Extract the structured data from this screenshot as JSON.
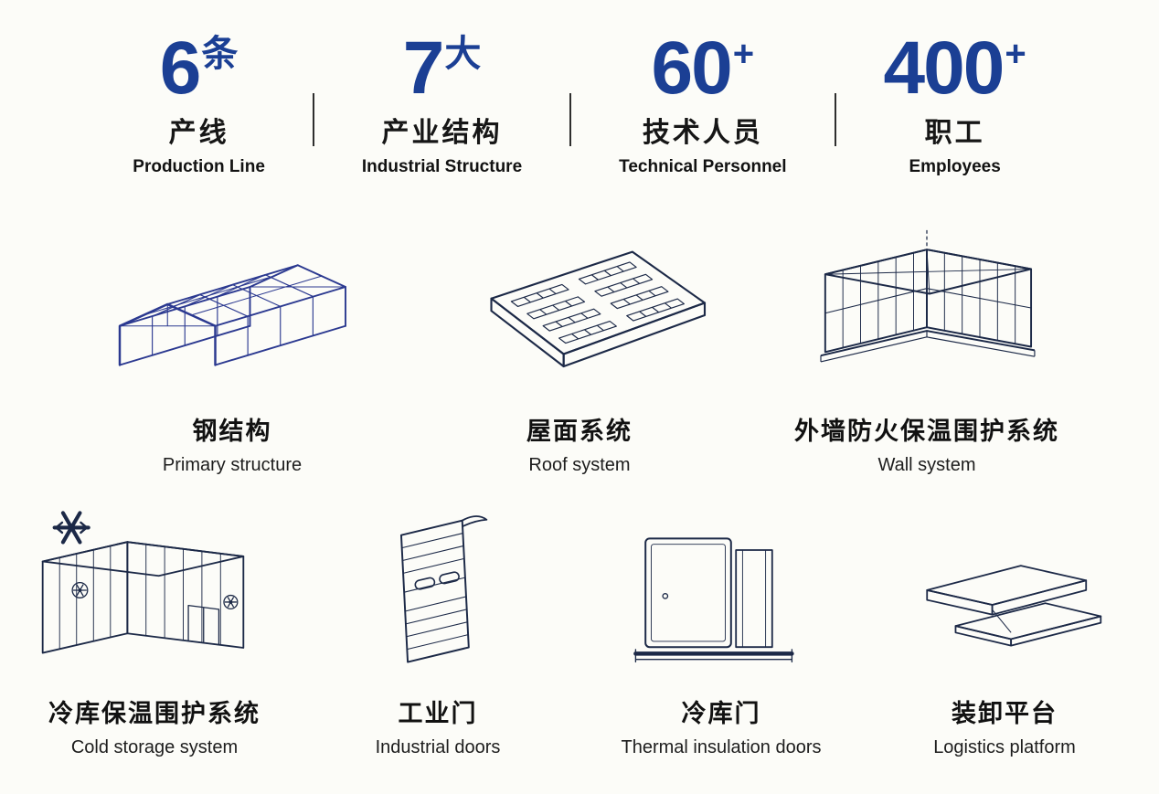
{
  "colors": {
    "accent_blue": "#1b3f94",
    "steel_blue_line": "#2b3990",
    "line_dark_navy": "#1c2947",
    "background": "#fcfcf8",
    "divider": "#2e2e2e"
  },
  "stats": [
    {
      "number": "6",
      "unit": "条",
      "label_cn": "产线",
      "label_en": "Production Line"
    },
    {
      "number": "7",
      "unit": "大",
      "label_cn": "产业结构",
      "label_en": "Industrial Structure"
    },
    {
      "number": "60",
      "unit": "+",
      "label_cn": "技术人员",
      "label_en": "Technical Personnel"
    },
    {
      "number": "400",
      "unit": "+",
      "label_cn": "职工",
      "label_en": "Employees"
    }
  ],
  "products": [
    {
      "icon": "steel-structure-icon",
      "label_cn": "钢结构",
      "label_en": "Primary structure"
    },
    {
      "icon": "roof-system-icon",
      "label_cn": "屋面系统",
      "label_en": "Roof system"
    },
    {
      "icon": "wall-system-icon",
      "label_cn": "外墙防火保温围护系统",
      "label_en": "Wall system"
    },
    {
      "icon": "cold-storage-icon",
      "label_cn": "冷库保温围护系统",
      "label_en": "Cold storage system"
    },
    {
      "icon": "industrial-door-icon",
      "label_cn": "工业门",
      "label_en": "Industrial doors"
    },
    {
      "icon": "thermal-door-icon",
      "label_cn": "冷库门",
      "label_en": "Thermal insulation doors"
    },
    {
      "icon": "loading-platform-icon",
      "label_cn": "装卸平台",
      "label_en": "Logistics platform"
    }
  ]
}
